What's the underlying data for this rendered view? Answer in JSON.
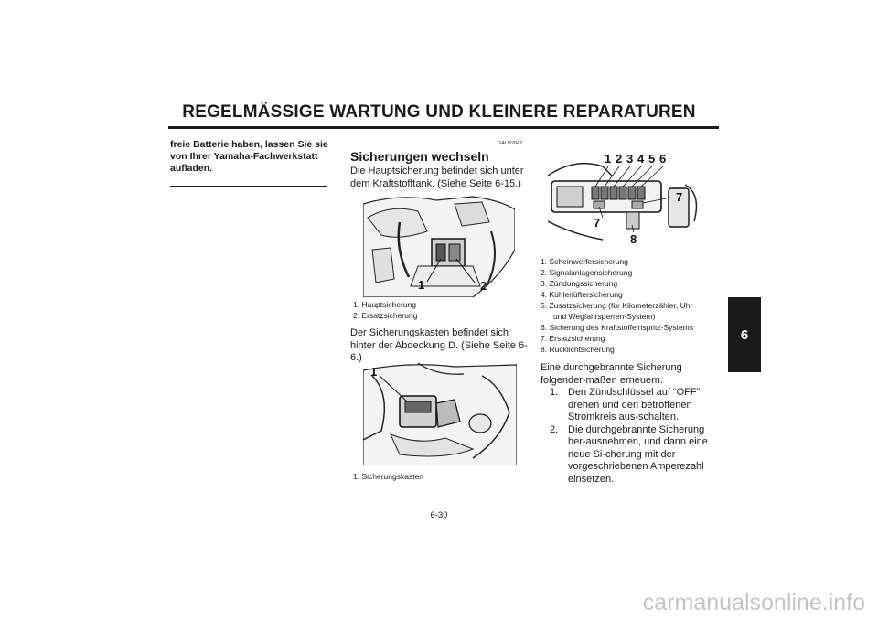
{
  "header": {
    "title": "REGELMÄSSIGE WARTUNG UND KLEINERE REPARATUREN"
  },
  "chapter_tab": "6",
  "col1": {
    "warning_text": "freie Batterie haben, lassen Sie sie von Ihrer Yamaha-Fachwerkstatt aufladen."
  },
  "section": {
    "code": "GAU32842",
    "title": "Sicherungen wechseln",
    "intro": "Die Hauptsicherung befindet sich unter dem Kraftstofftank. (Siehe Seite 6-15.)"
  },
  "figure1": {
    "callouts": [
      "1",
      "2"
    ],
    "captions": [
      "1.  Hauptsicherung",
      "2.  Ersatzsicherung"
    ]
  },
  "fusebox_text": "Der Sicherungskasten befindet sich hinter der Abdeckung D. (Siehe Seite 6-6.)",
  "figure2": {
    "callouts": [
      "1"
    ],
    "captions": [
      "1.  Sicherungskasten"
    ]
  },
  "figure3": {
    "callouts": [
      "1",
      "2",
      "3",
      "4",
      "5",
      "6",
      "7",
      "7",
      "8"
    ],
    "captions": [
      "1.  Scheinwerfersicherung",
      "2.  Signalanlagensicherung",
      "3.  Zündungssicherung",
      "4.  Kühlerlüftersicherung",
      "5.  Zusatzsicherung (für Kilometerzähler, Uhr",
      "und Wegfahrsperren-System)",
      "6.  Sicherung des Kraftstoffeinspritz-Systems",
      "7.  Ersatzsicherung",
      "8.  Rücklichtsicherung"
    ]
  },
  "replace": {
    "intro": "Eine durchgebrannte Sicherung folgender-maßen erneuern.",
    "steps": [
      {
        "num": "1.",
        "text": "Den Zündschlüssel auf “OFF” drehen und den betroffenen Stromkreis aus-schalten."
      },
      {
        "num": "2.",
        "text": "Die durchgebrannte Sicherung her-ausnehmen, und dann eine neue Si-cherung mit der vorgeschriebenen Amperezahl einsetzen."
      }
    ]
  },
  "page_number": "6-30",
  "watermark": "carmanualsonline.info"
}
